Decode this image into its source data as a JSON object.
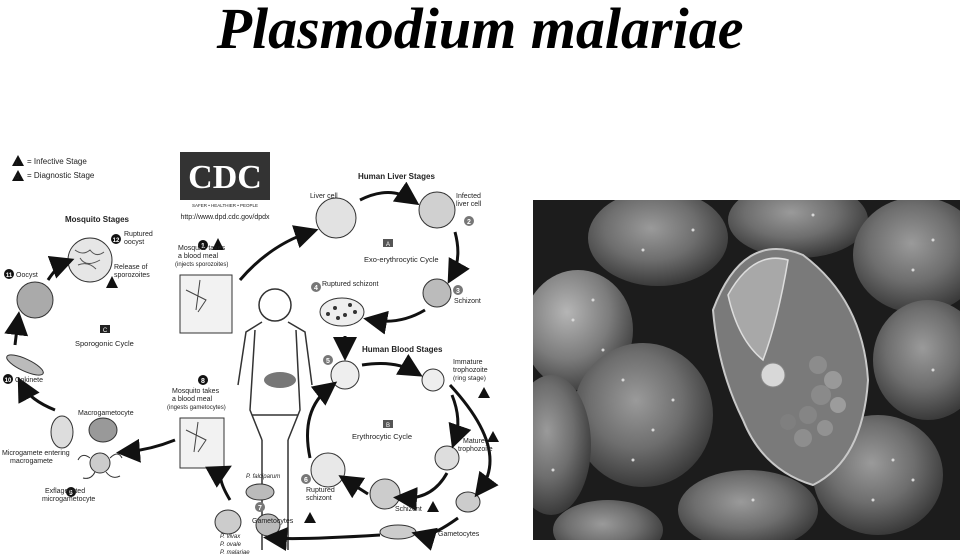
{
  "title": "Plasmodium malariae",
  "legend": {
    "infective": "= Infective Stage",
    "diagnostic": "= Diagnostic Stage"
  },
  "cdc": {
    "logo_text": "CDC",
    "tagline": "SAFER • HEALTHIER • PEOPLE",
    "url": "http://www.dpd.cdc.gov/dpdx"
  },
  "sections": {
    "mosquito": "Mosquito Stages",
    "liver": "Human Liver Stages",
    "blood": "Human Blood Stages"
  },
  "cycles": {
    "sporogonic": "Sporogonic Cycle",
    "exo": "Exo-erythrocytic Cycle",
    "erythro": "Erythrocytic Cycle"
  },
  "labels": {
    "ruptured_oocyst_1": "Ruptured",
    "ruptured_oocyst_2": "oocyst",
    "release_1": "Release of",
    "release_2": "sporozoites",
    "oocyst": "Oocyst",
    "ookinete": "Ookinete",
    "macrogametocyte": "Macrogametocyte",
    "microgamete_1": "Microgamete entering",
    "microgamete_2": "macrogamete",
    "exflag_1": "Exflagellated",
    "exflag_2": "microgametocyte",
    "meal1_1": "Mosquito takes",
    "meal1_2": "a blood meal",
    "meal1_3": "(injects sporozoites)",
    "meal2_1": "Mosquito takes",
    "meal2_2": "a blood meal",
    "meal2_3": "(ingests gametocytes)",
    "liver_cell": "Liver cell",
    "infected_1": "Infected",
    "infected_2": "liver cell",
    "schizont_liver": "Schizont",
    "ruptured_schizont": "Ruptured schizont",
    "immature_1": "Immature",
    "immature_2": "trophozoite",
    "immature_3": "(ring stage)",
    "mature_1": "Mature",
    "mature_2": "trophozoite",
    "schizont_blood": "Schizont",
    "ruptured_blood_1": "Ruptured",
    "ruptured_blood_2": "schizont",
    "gametocytes_right": "Gametocytes",
    "gametocytes_left": "Gametocytes",
    "p_falciparum": "P. falciparum",
    "p_vivax": "P. vivax",
    "p_ovale": "P. ovale",
    "p_malariae": "P. malariae"
  },
  "step_numbers": [
    "1",
    "2",
    "3",
    "4",
    "5",
    "6",
    "7",
    "8",
    "9",
    "10",
    "11",
    "12"
  ],
  "letters": {
    "a": "A",
    "b": "B",
    "c": "C",
    "i": "i",
    "d": "d"
  },
  "colors": {
    "ink": "#222222",
    "background": "#ffffff"
  }
}
